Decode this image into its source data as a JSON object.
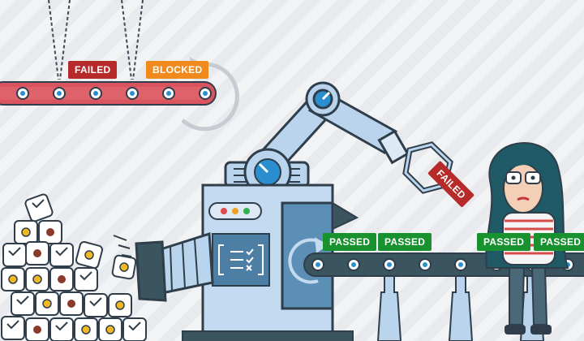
{
  "labels": {
    "top_failed": "FAILED",
    "top_blocked": "BLOCKED",
    "gripper_failed": "FAILED",
    "passed_1": "PASSED",
    "passed_2": "PASSED",
    "passed_3": "PASSED",
    "passed_4": "PASSED"
  },
  "colors": {
    "failed": "#b62a2a",
    "blocked": "#f08a1c",
    "passed": "#17922f",
    "top_belt": "#d9545e",
    "bottom_belt": "#3b5560",
    "machine": "#b9d4ec",
    "outline": "#2f3e4a"
  }
}
